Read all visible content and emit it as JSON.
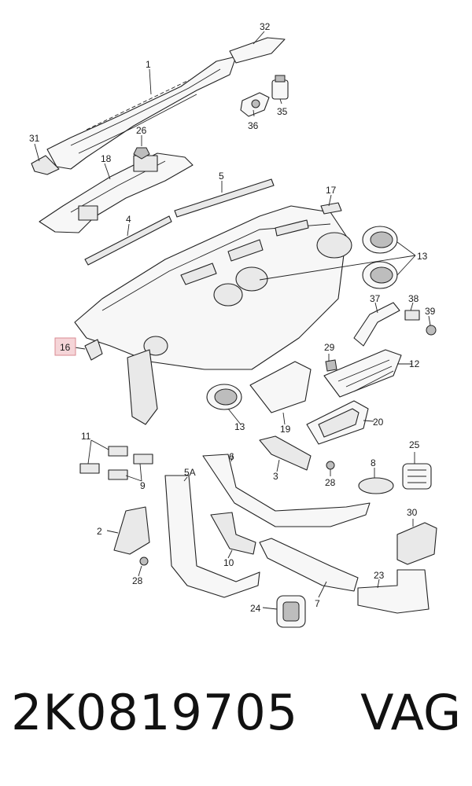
{
  "callouts": [
    {
      "id": "1",
      "text": "1"
    },
    {
      "id": "2",
      "text": "2"
    },
    {
      "id": "3",
      "text": "3"
    },
    {
      "id": "4",
      "text": "4"
    },
    {
      "id": "5",
      "text": "5"
    },
    {
      "id": "5A",
      "text": "5A"
    },
    {
      "id": "6",
      "text": "6"
    },
    {
      "id": "7",
      "text": "7"
    },
    {
      "id": "8",
      "text": "8"
    },
    {
      "id": "9",
      "text": "9"
    },
    {
      "id": "10",
      "text": "10"
    },
    {
      "id": "11",
      "text": "11"
    },
    {
      "id": "12",
      "text": "12"
    },
    {
      "id": "13a",
      "text": "13"
    },
    {
      "id": "13b",
      "text": "13"
    },
    {
      "id": "16",
      "text": "16"
    },
    {
      "id": "17",
      "text": "17"
    },
    {
      "id": "18",
      "text": "18"
    },
    {
      "id": "19",
      "text": "19"
    },
    {
      "id": "20",
      "text": "20"
    },
    {
      "id": "23",
      "text": "23"
    },
    {
      "id": "24",
      "text": "24"
    },
    {
      "id": "25",
      "text": "25"
    },
    {
      "id": "26",
      "text": "26"
    },
    {
      "id": "28a",
      "text": "28"
    },
    {
      "id": "28b",
      "text": "28"
    },
    {
      "id": "29",
      "text": "29"
    },
    {
      "id": "30",
      "text": "30"
    },
    {
      "id": "31",
      "text": "31"
    },
    {
      "id": "32",
      "text": "32"
    },
    {
      "id": "35",
      "text": "35"
    },
    {
      "id": "36",
      "text": "36"
    },
    {
      "id": "37",
      "text": "37"
    },
    {
      "id": "38",
      "text": "38"
    },
    {
      "id": "39",
      "text": "39"
    }
  ],
  "highlighted_part": "16",
  "footer": {
    "part_number": "2K0819705",
    "brand": "VAG"
  },
  "colors": {
    "highlight_fill": "#f5d5d8",
    "highlight_stroke": "#d98a92",
    "line": "#222222"
  }
}
